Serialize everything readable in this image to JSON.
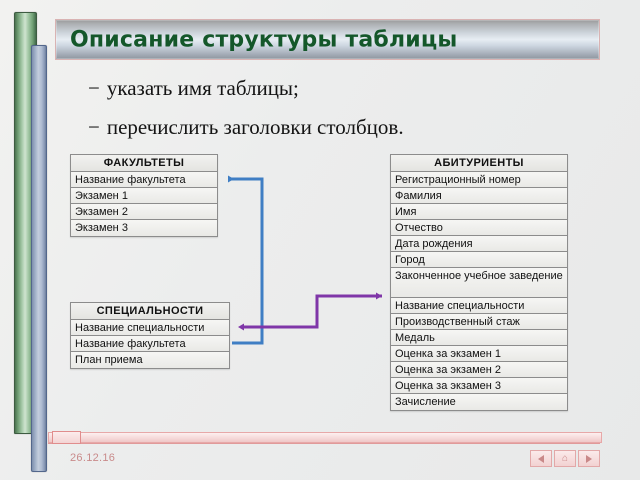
{
  "slide": {
    "title": "Описание структуры таблицы",
    "bullets": [
      {
        "dash": "−",
        "text": "указать имя таблицы;"
      },
      {
        "dash": "−",
        "text": "перечислить заголовки столбцов."
      }
    ]
  },
  "tables": {
    "faculties": {
      "header": "ФАКУЛЬТЕТЫ",
      "rows": [
        "Название факультета",
        "Экзамен 1",
        "Экзамен 2",
        "Экзамен 3"
      ]
    },
    "specialties": {
      "header": "СПЕЦИАЛЬНОСТИ",
      "rows": [
        "Название специальности",
        "Название факультета",
        "План приема"
      ]
    },
    "applicants": {
      "header": "АБИТУРИЕНТЫ",
      "rows": [
        "Регистрационный номер",
        "Фамилия",
        "Имя",
        "Отчество",
        "Дата рождения",
        "Город",
        "Законченное учебное заведение",
        "Название специальности",
        "Производственный стаж",
        "Медаль",
        "Оценка за экзамен 1",
        "Оценка за экзамен 2",
        "Оценка за экзамен 3",
        "Зачисление"
      ]
    }
  },
  "connectors": [
    {
      "name": "faculty-link",
      "color": "#3f7ec4"
    },
    {
      "name": "specialty-link",
      "color": "#7f36a8"
    }
  ],
  "footer": {
    "date": "26.12.16",
    "nav": {
      "prev": "◀",
      "home": "⌂",
      "next": "▶"
    }
  },
  "colors": {
    "title_text": "#14572a",
    "blue_arrow": "#3f7ec4",
    "purple_arrow": "#7f36a8",
    "footer_rule": "#e7a8a8"
  }
}
